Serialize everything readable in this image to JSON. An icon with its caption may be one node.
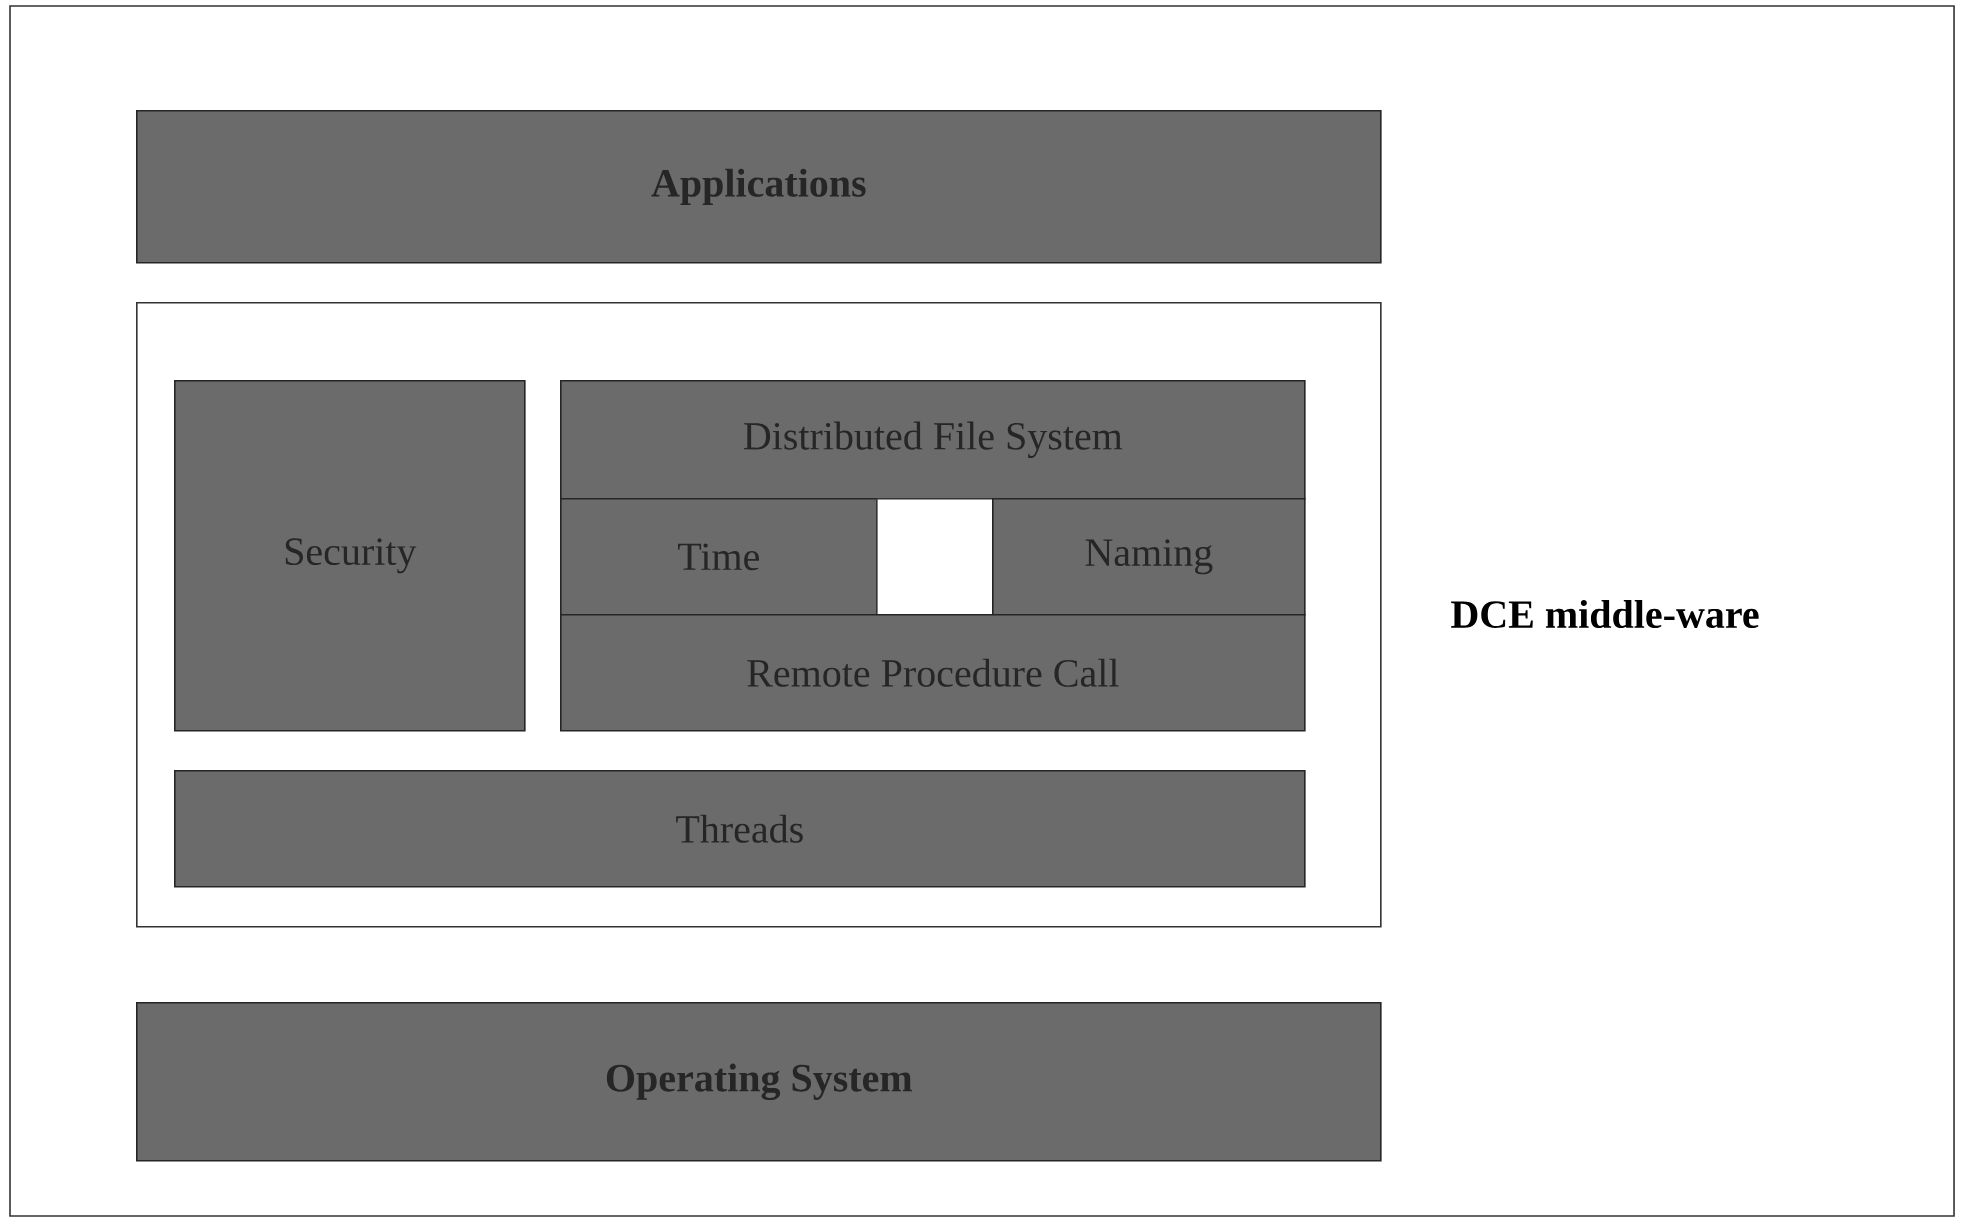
{
  "diagram": {
    "nodes": [
      {
        "text": [
          "Applications"
        ]
      },
      {
        "text": [],
        "shape": "box",
        "beside": [
          "DCE middle-ware"
        ]
      },
      {
        "text": [
          "Security"
        ],
        "in": 1
      },
      {
        "text": [
          "Distributed File System"
        ],
        "in": 1
      },
      {
        "text": [
          "Time"
        ],
        "in": 1
      },
      {
        "text": [],
        "shape": "box",
        "in": 1
      },
      {
        "text": [
          "Naming"
        ],
        "in": 1
      },
      {
        "text": [
          "Remote Procedure Call"
        ],
        "in": 1
      },
      {
        "text": [
          "Threads"
        ],
        "in": 1
      },
      {
        "text": [
          "Operating System"
        ]
      }
    ]
  }
}
